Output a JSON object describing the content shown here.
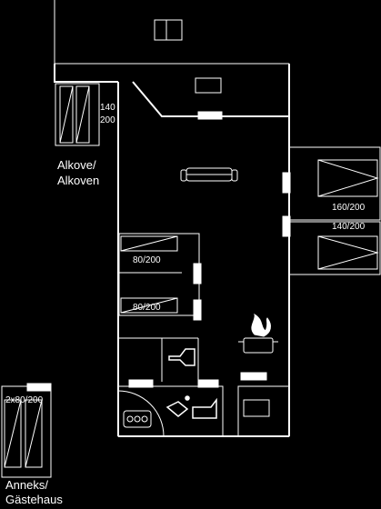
{
  "labels": {
    "alkove_dim_top": "140",
    "alkove_dim_bottom": "200",
    "alkove_line1": "Alkove/",
    "alkove_line2": "Alkoven",
    "bed_right_top": "160/200",
    "bed_right_bottom": "140/200",
    "bed_left_top": "80/200",
    "bed_left_bottom": "80/200",
    "annex_dim": "2x80/200",
    "annex_line1": "Anneks/",
    "annex_line2": "Gästehaus"
  },
  "icons": [
    "sofa-icon",
    "stove-icon",
    "toilet-icon",
    "sink-icon",
    "bathtub-icon",
    "flame-icon",
    "pot-icon"
  ]
}
